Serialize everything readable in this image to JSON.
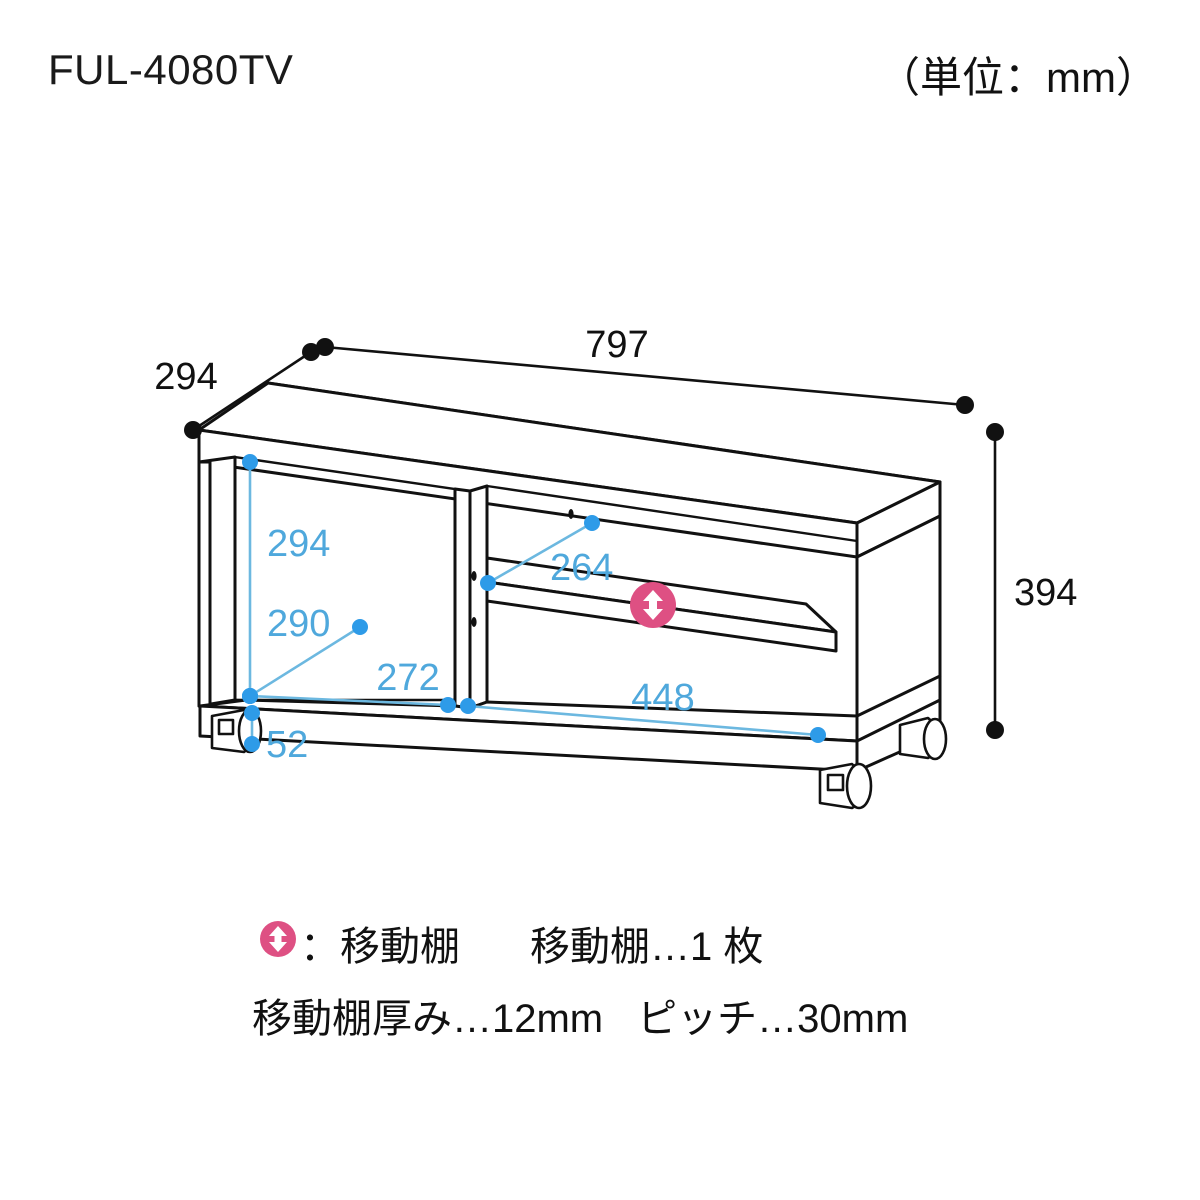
{
  "header": {
    "model_title": "FUL-4080TV",
    "unit_note": "（単位：mm）"
  },
  "drawing": {
    "product_type": "tv-stand-isometric-line-drawing",
    "outer_dimensions": [
      {
        "id": "width",
        "label": "797",
        "color": "#111111"
      },
      {
        "id": "depth",
        "label": "294",
        "color": "#111111"
      },
      {
        "id": "height",
        "label": "394",
        "color": "#111111"
      }
    ],
    "inner_dimensions": [
      {
        "id": "left-opening-height",
        "label": "294",
        "color": "#4FA8DC"
      },
      {
        "id": "left-opening-depth",
        "label": "290",
        "color": "#4FA8DC"
      },
      {
        "id": "left-opening-width",
        "label": "272",
        "color": "#4FA8DC"
      },
      {
        "id": "shelf-depth",
        "label": "264",
        "color": "#4FA8DC"
      },
      {
        "id": "right-opening-width",
        "label": "448",
        "color": "#4FA8DC"
      },
      {
        "id": "caster-height",
        "label": "52",
        "color": "#4FA8DC"
      }
    ],
    "accent_colors": {
      "dimension_blue": "#4FA8DC",
      "dimension_dot_blue": "#2E9BE8",
      "movable_shelf_pink": "#DE5083",
      "line_black": "#111111"
    },
    "markers": {
      "movable_shelf_icon": "up-down-arrow-icon"
    }
  },
  "legend": {
    "icon_name": "up-down-arrow-icon",
    "line1_left": "：移動棚",
    "line1_right": "移動棚…1 枚",
    "line2_left": "移動棚厚み…12mm",
    "line2_right": "ピッチ…30mm"
  }
}
